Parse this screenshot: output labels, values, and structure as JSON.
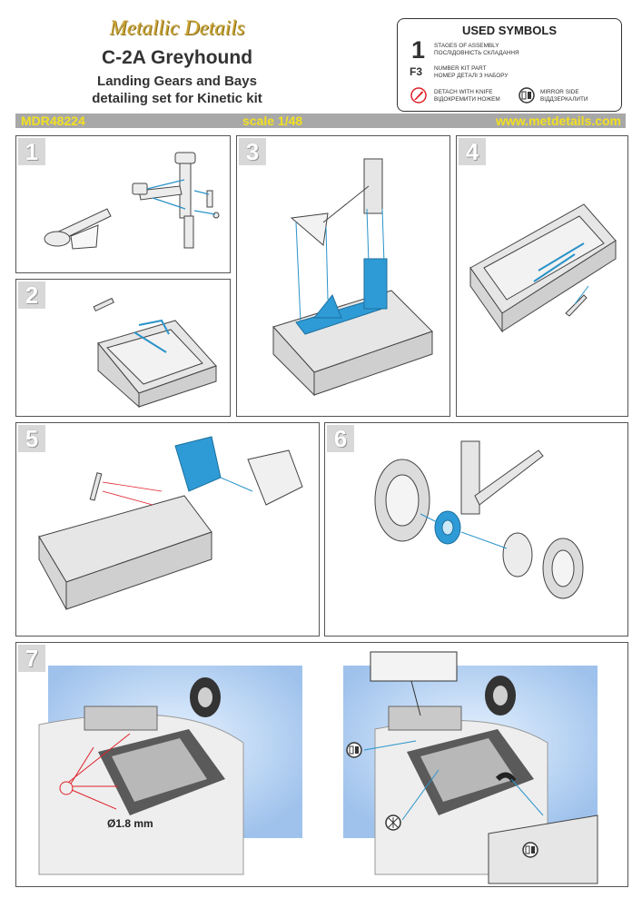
{
  "header": {
    "brand": "Metallic Details",
    "title": "C-2A Greyhound",
    "subtitle_line1": "Landing Gears and Bays",
    "subtitle_line2": "detailing set for Kinetic kit"
  },
  "legend": {
    "title": "USED SYMBOLS",
    "stage_symbol": "1",
    "stage_en": "STAGES OF ASSEMBLY",
    "stage_ua": "ПОСЛІДОВНІСТЬ СКЛАДАННЯ",
    "part_symbol": "F3",
    "part_en": "NUMBER KIT PART",
    "part_ua": "НОМЕР ДЕТАЛІ З НАБОРУ",
    "knife_en": "DETACH WITH KNIFE",
    "knife_ua": "ВІДОКРЕМИТИ НОЖЕМ",
    "mirror_en": "MIRROR SIDE",
    "mirror_ua": "ВІДДЗЕРКАЛИТИ"
  },
  "bar": {
    "code": "MDR48224",
    "scale": "scale 1/48",
    "url": "www.metdetails.com"
  },
  "steps": {
    "s1": "1",
    "s2": "2",
    "s3": "3",
    "s4": "4",
    "s5": "5",
    "s6": "6",
    "s7": "7"
  },
  "annotation": {
    "diameter": "Ø1.8 mm"
  },
  "colors": {
    "accent_blue": "#2a93c9",
    "brand_gold": "#c9a434",
    "bar_text": "#f3e020",
    "leader_red": "#e0202a"
  }
}
